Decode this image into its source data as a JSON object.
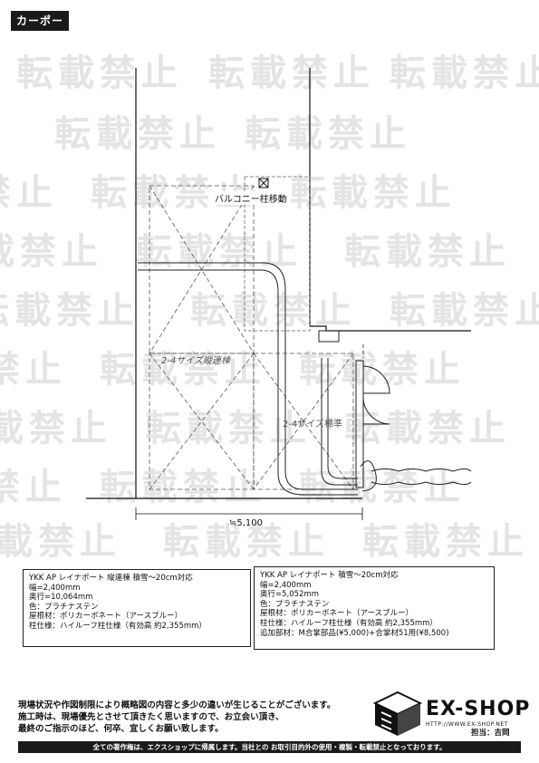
{
  "header": {
    "title": "カーポート"
  },
  "watermark": {
    "text": "転載禁止"
  },
  "drawing": {
    "balcony_label": "バルコニー柱移動",
    "size24_label": "2-4サイズ縦連棟",
    "standard_label": "2-4サイズ標準",
    "dimension_label": "≒5,100"
  },
  "spec_left": {
    "lines": [
      "YKK AP レイナポート 縦連棟 積雪～20cm対応",
      "幅=2,400mm",
      "奥行=10,064mm",
      "色：プラチナステン",
      "屋根材：ポリカーボネート（アースブルー）",
      "柱仕様：ハイルーフ柱仕様（有効高 約2,355mm）"
    ]
  },
  "spec_right": {
    "lines": [
      "YKK AP レイナポート 積雪～20cm対応",
      "幅=2,400mm",
      "奥行=5,052mm",
      "色：プラチナステン",
      "屋根材：ポリカーボネート（アースブルー）",
      "柱仕様：ハイルーフ柱仕様（有効高 約2,355mm）",
      "追加部材：M合掌部品(¥5,000)+合掌材51用(¥8,500)"
    ]
  },
  "notes": {
    "line1": "現場状況や作図制限により概略図の内容と多少の違いが生じることがございます。",
    "line2": "施工時は、現場優先とさせて頂きたく思いますので、お立会い頂き、",
    "line3": "最終のご指示のほど、何卒、宜しくお願い致します。"
  },
  "brand": {
    "name": "EX-SHOP",
    "url": "HTTP://WWW.EX-SHOP.NET",
    "staff": "担当：吉岡"
  },
  "footer": {
    "text": "全ての著作権は、エクスショップに帰属します。当社との お取引目的外の使用・複製・転載禁止となっております。"
  }
}
